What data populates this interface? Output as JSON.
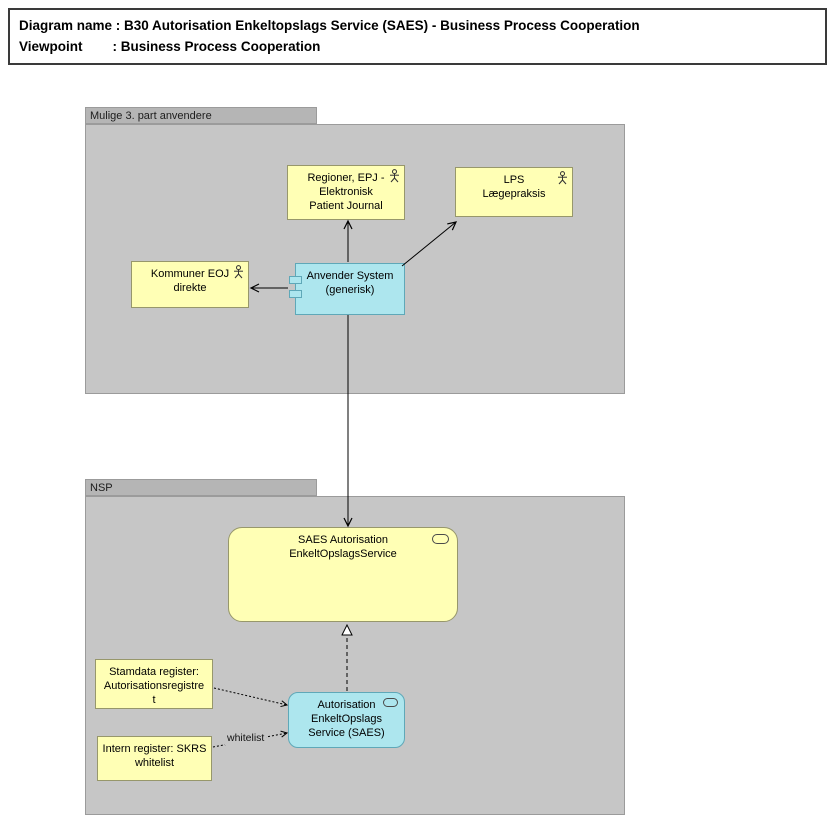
{
  "title": {
    "text": "Diagram name : B30 Autorisation Enkeltopslags Service (SAES) - Business Process Cooperation\nViewpoint        : Business Process Cooperation"
  },
  "groups": {
    "mulige": {
      "label": "Mulige 3. part anvendere"
    },
    "nsp": {
      "label": "NSP"
    }
  },
  "nodes": {
    "regioner": {
      "label": "Regioner, EPJ -\nElektronisk\nPatient Journal"
    },
    "lps": {
      "label": "LPS\nLægepraksis"
    },
    "kommuner": {
      "label": "Kommuner EOJ\ndirekte"
    },
    "anvender": {
      "label": "Anvender System\n(generisk)"
    },
    "saes": {
      "label": "SAES Autorisation\nEnkeltOpslagsService"
    },
    "stamdata": {
      "label": "Stamdata register:\nAutorisationsregistre\nt"
    },
    "intern": {
      "label": "Intern register: SKRS\nwhitelist"
    },
    "autorisation": {
      "label": "Autorisation\nEnkeltOpslags\nService (SAES)"
    }
  },
  "edges": {
    "whitelist_label": "whitelist"
  },
  "icons": {
    "actor": "stick-figure-actor-icon",
    "component": "component-tabs-icon",
    "service": "rounded-rect-service-icon"
  },
  "colors": {
    "element_yellow": "#FFFFB5",
    "element_cyan": "#ADE6EE",
    "group_body": "#C6C6C6",
    "group_tab": "#B5B5B5",
    "line": "#000000"
  }
}
